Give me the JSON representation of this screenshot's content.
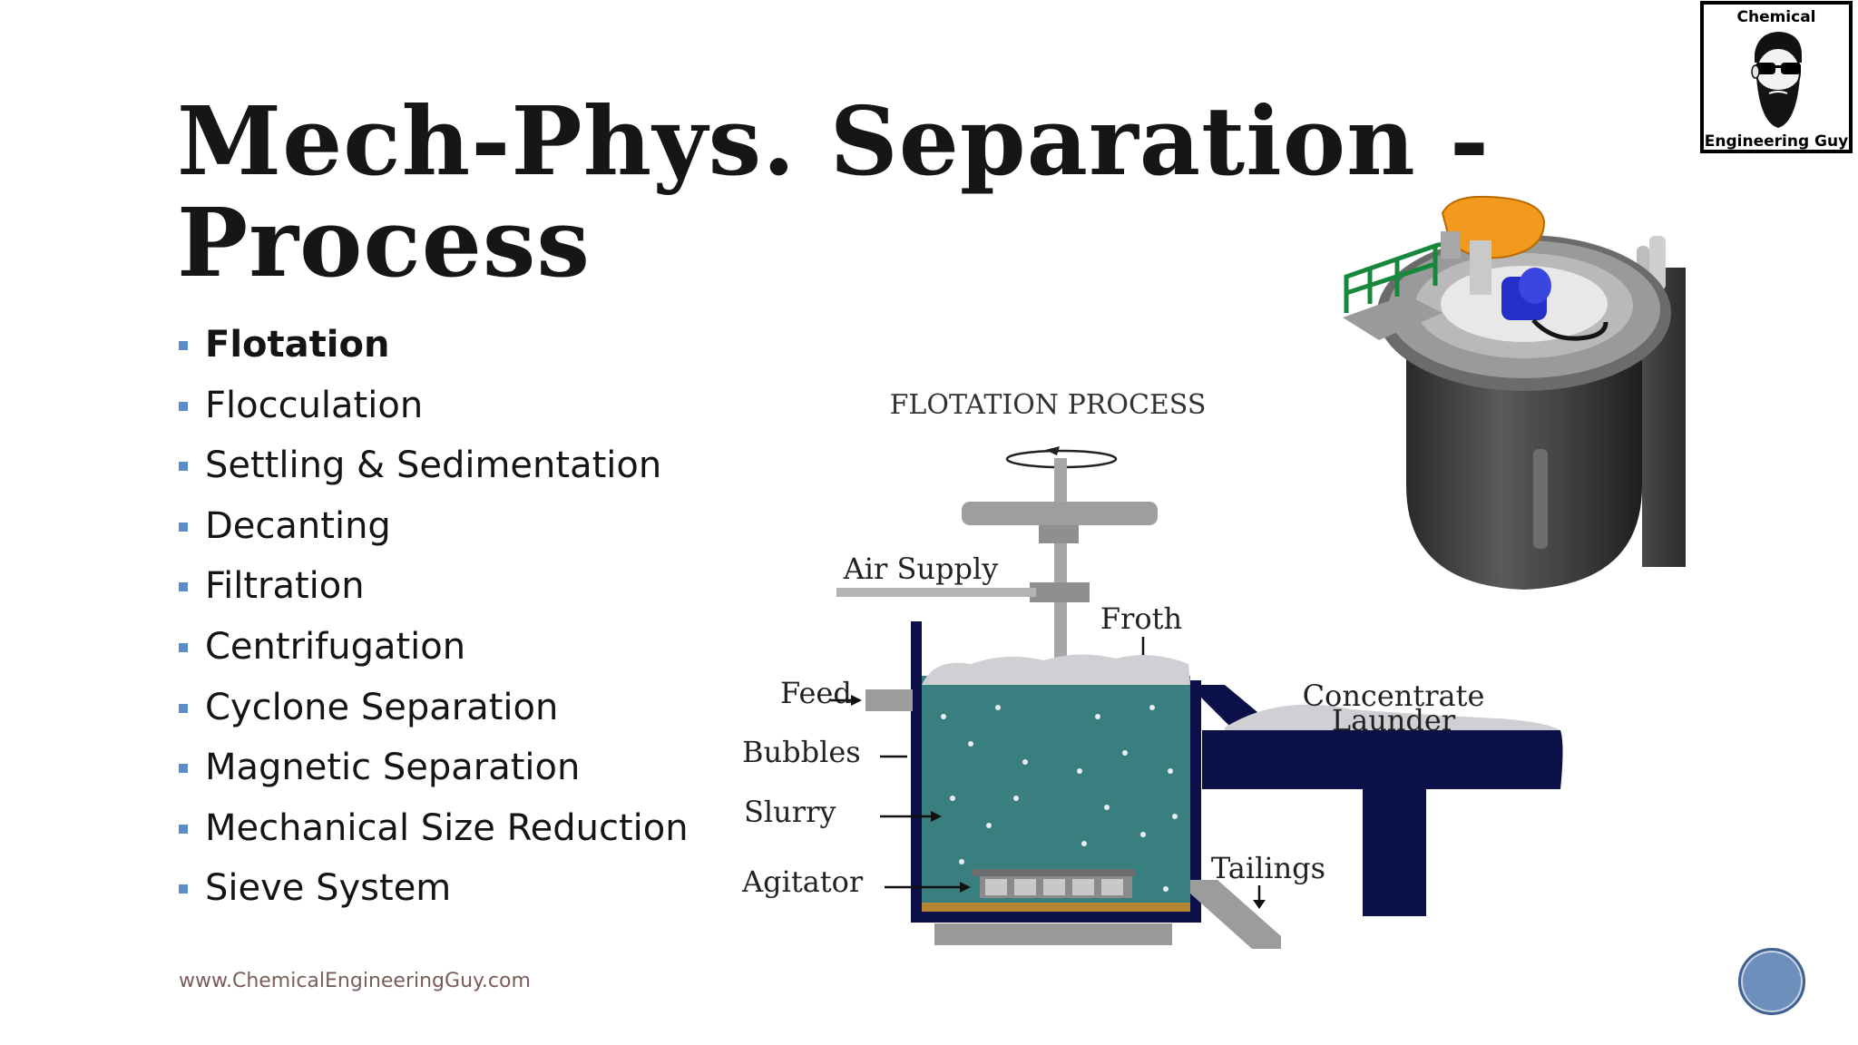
{
  "slide": {
    "title_line1": "Mech-Phys. Separation -",
    "title_line2": "Process",
    "bullets": [
      "Flotation",
      "Flocculation",
      "Settling & Sedimentation",
      "Decanting",
      "Filtration",
      "Centrifugation",
      "Cyclone Separation",
      "Magnetic Separation",
      "Mechanical Size Reduction",
      "Sieve System"
    ],
    "active_bullet": "Flotation",
    "website": "www.ChemicalEngineeringGuy.com",
    "bullet_color": "#5b8ec9"
  },
  "logo": {
    "top_text": "Chemical",
    "bottom_text": "Engineering Guy"
  },
  "diagram": {
    "title": "FLOTATION PROCESS",
    "labels": {
      "air_supply": "Air Supply",
      "froth": "Froth",
      "feed": "Feed",
      "bubbles": "Bubbles",
      "slurry": "Slurry",
      "agitator": "Agitator",
      "concentrate": "Concentrate",
      "launder": "Launder",
      "tailings": "Tailings"
    },
    "colors": {
      "slurry": "#3a7f80",
      "tank": "#0b1048",
      "froth": "#cfcfd4",
      "pipe": "#a0a0a0"
    }
  },
  "icons": {
    "nav": "slide-nav-circle-icon",
    "cell": "flotation-cell-3d-icon",
    "logo": "bearded-man-sunglasses-icon"
  }
}
